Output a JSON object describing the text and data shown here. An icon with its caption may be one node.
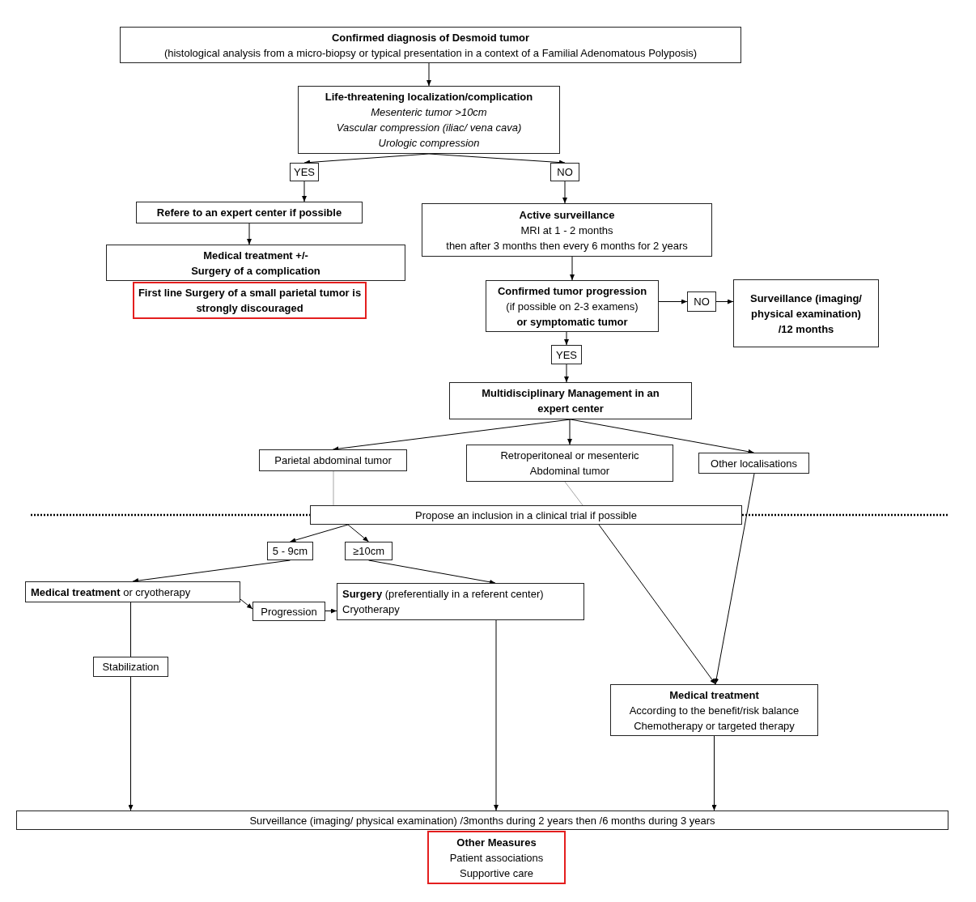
{
  "diagram": {
    "nodes": [
      {
        "text": [
          "Confirmed diagnosis of Desmoid tumor",
          "(histological analysis from a micro-biopsy or typical presentation in a context of a Familial Adenomatous Polyposis)"
        ]
      },
      {
        "text": [
          "Life-threatening localization/complication",
          "Mesenteric tumor >10cm",
          "Vascular compression (iliac/ vena cava)",
          "Urologic compression"
        ]
      },
      {
        "text": [
          "YES"
        ]
      },
      {
        "text": [
          "NO"
        ]
      },
      {
        "text": [
          "Refere to an expert center if possible"
        ]
      },
      {
        "text": [
          "Medical treatment +/-",
          "Surgery of a complication"
        ]
      },
      {
        "text": [
          "First line Surgery of a small parietal tumor is strongly discouraged"
        ]
      },
      {
        "text": [
          "Active surveillance",
          "MRI at 1 - 2 months",
          "then after 3 months then every 6 months for 2 years"
        ]
      },
      {
        "text": [
          "Confirmed tumor progression",
          "(if possible on 2-3 examens)",
          "or symptomatic tumor"
        ]
      },
      {
        "text": [
          "NO"
        ]
      },
      {
        "text": [
          "Surveillance (imaging/ physical examination) /12 months"
        ]
      },
      {
        "text": [
          "YES"
        ]
      },
      {
        "text": [
          "Multidisciplinary Management in an expert center"
        ]
      },
      {
        "text": [
          "Parietal abdominal tumor"
        ]
      },
      {
        "text": [
          "Retroperitoneal or mesenteric Abdominal tumor"
        ]
      },
      {
        "text": [
          "Other localisations"
        ]
      },
      {
        "text": [
          "Propose an inclusion in a clinical trial if possible"
        ]
      },
      {
        "text": [
          "5 - 9cm"
        ]
      },
      {
        "text": [
          "≥10cm"
        ]
      },
      {
        "text": [
          "**Medical treatment** or cryotherapy"
        ]
      },
      {
        "text": [
          "Progression"
        ]
      },
      {
        "text": [
          "**Surgery** (preferentially in a referent center)",
          "Cryotherapy"
        ]
      },
      {
        "text": [
          "Stabilization"
        ]
      },
      {
        "text": [
          "Medical treatment",
          "According to the benefit/risk balance",
          "Chemotherapy or targeted therapy"
        ]
      },
      {
        "text": [
          "Surveillance (imaging/ physical examination) /3months during 2 years then /6 months during 3 years"
        ]
      },
      {
        "text": [
          "Other Measures",
          "Patient associations",
          "Supportive care"
        ]
      }
    ],
    "edges": [
      {
        "from": 0,
        "to": 1,
        "arrow": "to"
      },
      {
        "from": 1,
        "to": 2,
        "arrow": "to"
      },
      {
        "from": 1,
        "to": 3,
        "arrow": "to"
      },
      {
        "from": 2,
        "to": 4,
        "arrow": "to"
      },
      {
        "from": 3,
        "to": 7,
        "arrow": "to"
      },
      {
        "from": 4,
        "to": 5,
        "arrow": "to"
      },
      {
        "from": 7,
        "to": 8,
        "arrow": "to"
      },
      {
        "from": 8,
        "to": 9,
        "arrow": "to"
      },
      {
        "from": 9,
        "to": 10,
        "arrow": "to"
      },
      {
        "from": 8,
        "to": 11,
        "arrow": "to"
      },
      {
        "from": 11,
        "to": 12,
        "arrow": "to"
      },
      {
        "from": 12,
        "to": 13,
        "arrow": "to"
      },
      {
        "from": 12,
        "to": 14,
        "arrow": "to"
      },
      {
        "from": 12,
        "to": 15,
        "arrow": "to"
      },
      {
        "from": 13,
        "to": 16,
        "arrow": "none",
        "color": "#a6a6a6"
      },
      {
        "from": 14,
        "to": 16,
        "arrow": "none",
        "color": "#a6a6a6"
      },
      {
        "from": 15,
        "to": 23,
        "arrow": "to"
      },
      {
        "from": 16,
        "to": 17,
        "arrow": "to"
      },
      {
        "from": 16,
        "to": 18,
        "arrow": "to"
      },
      {
        "from": 16,
        "to": 23,
        "arrow": "to"
      },
      {
        "from": 17,
        "to": 19,
        "arrow": "to"
      },
      {
        "from": 18,
        "to": 21,
        "arrow": "to"
      },
      {
        "from": 19,
        "to": 20,
        "arrow": "to"
      },
      {
        "from": 20,
        "to": 21,
        "arrow": "to"
      },
      {
        "from": 19,
        "to": 22,
        "arrow": "none"
      },
      {
        "from": 22,
        "to": 24,
        "arrow": "to"
      },
      {
        "from": 21,
        "to": 24,
        "arrow": "to"
      },
      {
        "from": 23,
        "to": 24,
        "arrow": "to"
      }
    ]
  }
}
